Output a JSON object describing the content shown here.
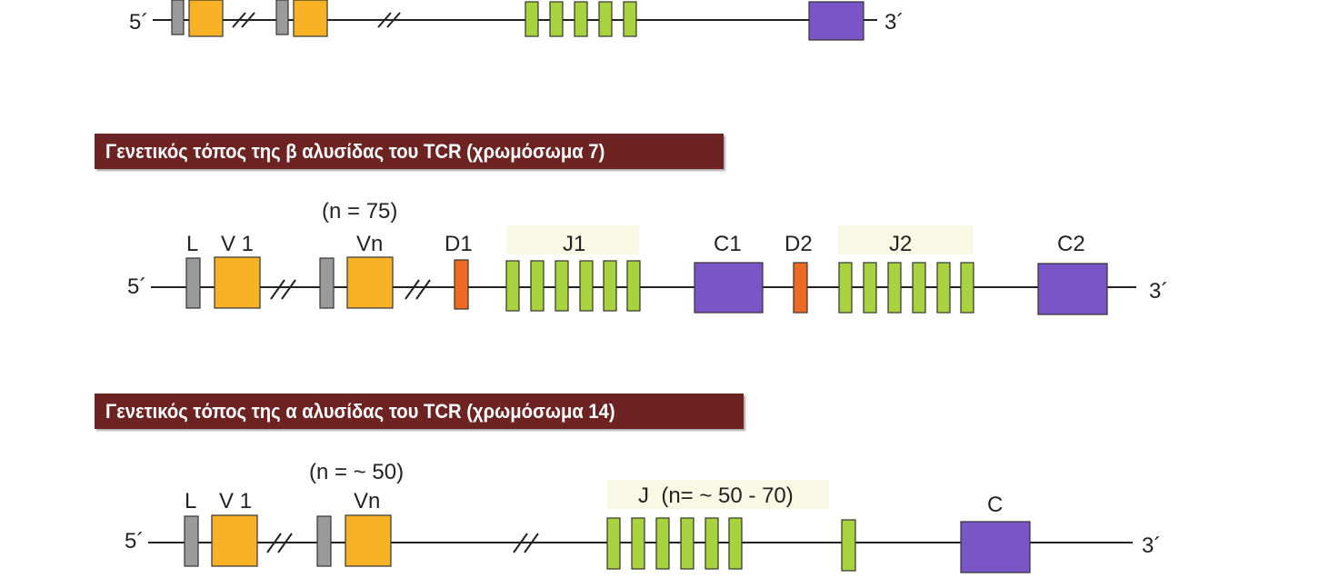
{
  "colors": {
    "banner_bg": "#6e2323",
    "leader_gray": "#9a9a9a",
    "v_orange": "#f7b325",
    "d_red": "#ee6a22",
    "j_green": "#a8d23e",
    "c_purple": "#7a55c6"
  },
  "top_locus": {
    "five_prime": "5´",
    "three_prime": "3´"
  },
  "beta_locus": {
    "title": "Γενετικός τόπος της β αλυσίδας του TCR (χρωμόσωμα 7)",
    "five_prime": "5´",
    "three_prime": "3´",
    "labels": {
      "L": "L",
      "V1": "V 1",
      "n": "(n = 75)",
      "Vn": "Vn",
      "D1": "D1",
      "J1": "J1",
      "C1": "C1",
      "D2": "D2",
      "J2": "J2",
      "C2": "C2"
    }
  },
  "alpha_locus": {
    "title": "Γενετικός τόπος της α αλυσίδας του TCR (χρωμόσωμα 14)",
    "five_prime": "5´",
    "three_prime": "3´",
    "labels": {
      "L": "L",
      "V1": "V 1",
      "n": "(n = ~ 50)",
      "Vn": "Vn",
      "J": "J  (n= ~ 50 - 70)",
      "C": "C"
    }
  }
}
